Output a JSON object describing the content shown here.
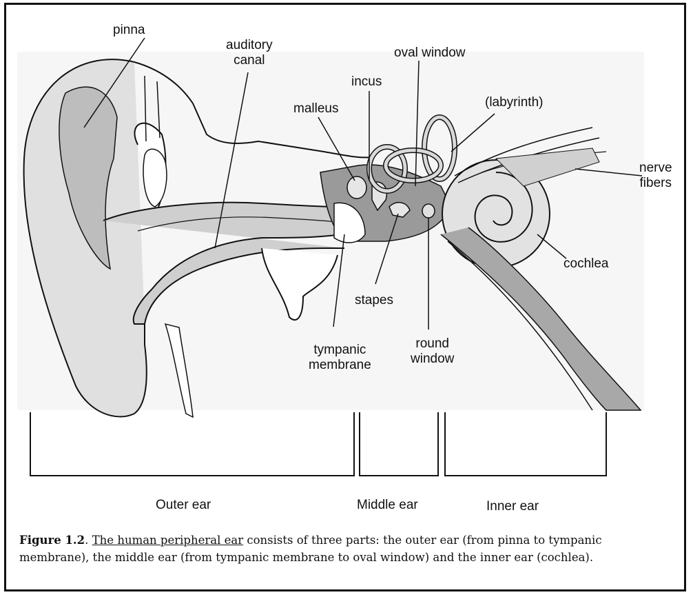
{
  "labels": {
    "pinna": "pinna",
    "auditory_canal": "auditory\ncanal",
    "oval_window": "oval window",
    "incus": "incus",
    "malleus": "malleus",
    "labyrinth": "(labyrinth)",
    "nerve_fibers": "nerve\nfibers",
    "cochlea": "cochlea",
    "stapes": "stapes",
    "round_window": "round\nwindow",
    "tympanic_membrane": "tympanic\nmembrane"
  },
  "sections": {
    "outer": "Outer ear",
    "middle": "Middle ear",
    "inner": "Inner ear"
  },
  "caption": {
    "figure_label": "Figure 1.2",
    "period": ". ",
    "underlined": "The human peripheral ear",
    "text": " consists of three parts: the outer ear (from pinna to tympanic membrane), the middle ear (from tympanic membrane to oval window) and the inner ear (cochlea)."
  },
  "colors": {
    "line": "#111111",
    "light_gray": "#d9d9d9",
    "mid_gray": "#bdbdbd",
    "dark_gray": "#8a8a8a"
  }
}
